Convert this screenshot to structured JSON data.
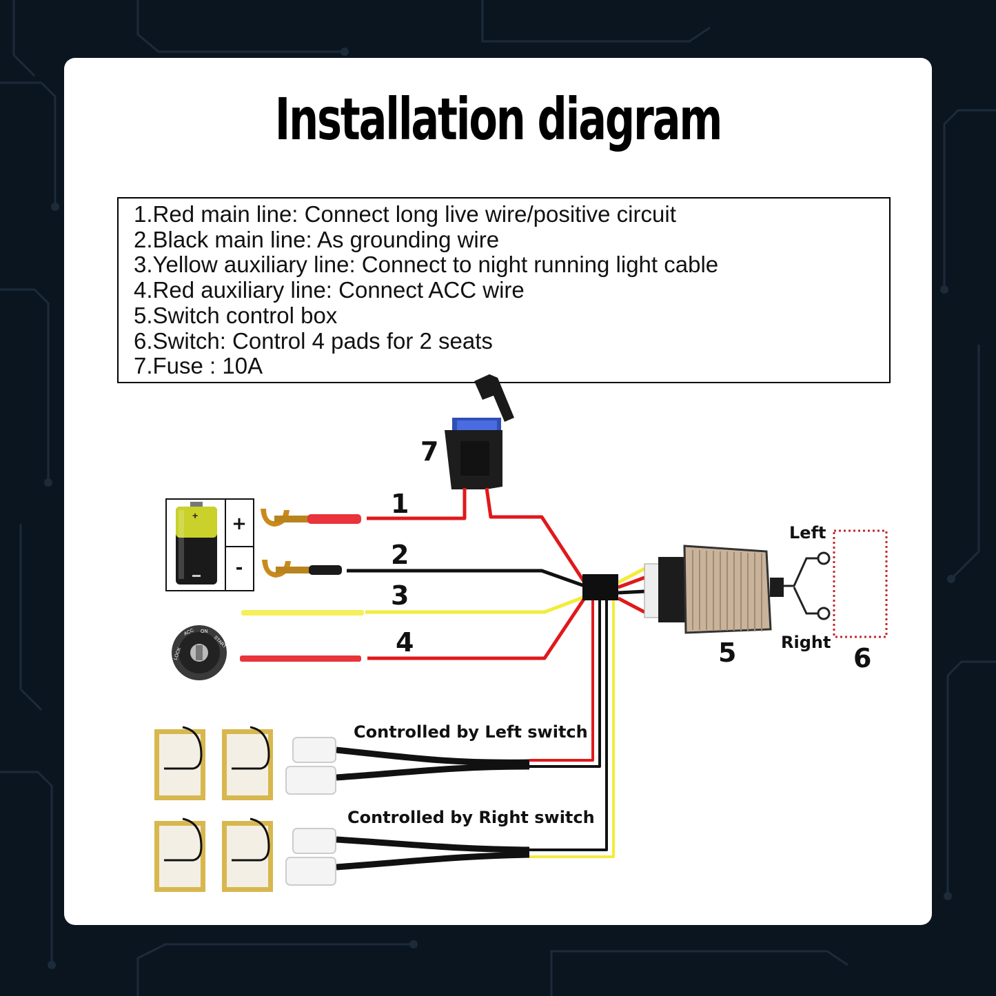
{
  "title": "Installation diagram",
  "legend": [
    "1.Red main line: Connect long live wire/positive circuit",
    "2.Black main line: As grounding wire",
    "3.Yellow auxiliary line: Connect to night running light cable",
    "4.Red auxiliary line: Connect ACC wire",
    "5.Switch control box",
    "6.Switch: Control 4 pads for 2 seats",
    "7.Fuse : 10A"
  ],
  "callouts": {
    "n1": "1",
    "n2": "2",
    "n3": "3",
    "n4": "4",
    "n5": "5",
    "n6": "6",
    "n7": "7"
  },
  "battery": {
    "plus": "+",
    "minus": "-"
  },
  "ignition": {
    "lock": "LOCK",
    "acc": "ACC",
    "on": "ON",
    "start": "START"
  },
  "switch_labels": {
    "left": "Left",
    "right": "Right"
  },
  "pad_groups": {
    "left": "Controlled by Left switch",
    "right": "Controlled by Right switch"
  },
  "colors": {
    "red_wire": "#e0191b",
    "black_wire": "#111111",
    "yellow_wire": "#f3ec3b",
    "card": "#ffffff",
    "background": "#0b1520",
    "pad": "#d7b74e",
    "switch_dotted": "#c0282c"
  }
}
